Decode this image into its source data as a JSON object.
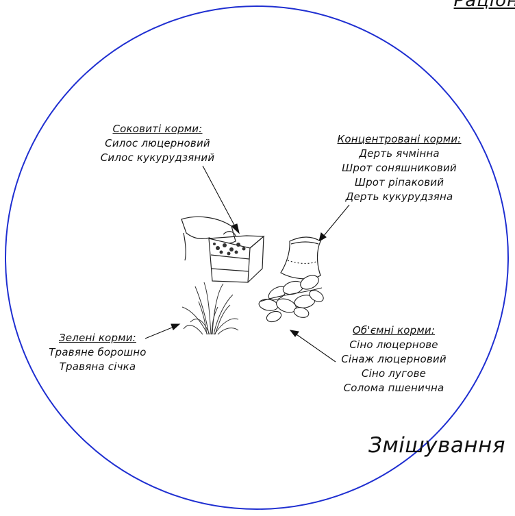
{
  "corner_title": "Раціон",
  "stage_label": "Змішування",
  "groups": {
    "succulent": {
      "heading": "Соковиті корми:",
      "items": [
        "Силос люцерновий",
        "Силос кукурудзяний"
      ]
    },
    "concentrate": {
      "heading": "Концентровані корми:",
      "items": [
        "Дерть ячмінна",
        "Шрот соняшниковий",
        "Шрот ріпаковий",
        "Дерть кукурудзяна"
      ]
    },
    "green": {
      "heading": "Зелені корми:",
      "items": [
        "Травяне борошно",
        "Травяна січка"
      ]
    },
    "bulk": {
      "heading": "Об'ємні корми:",
      "items": [
        "Сіно люцернове",
        "Сінаж люцерновий",
        "Сіно лугове",
        "Солома пшенична"
      ]
    }
  },
  "icons": [
    "silage-box-icon",
    "feed-sack-icon",
    "grass-tuft-icon",
    "hay-leaves-icon"
  ],
  "colors": {
    "circle": "#1f2fd1",
    "ink": "#111111"
  }
}
